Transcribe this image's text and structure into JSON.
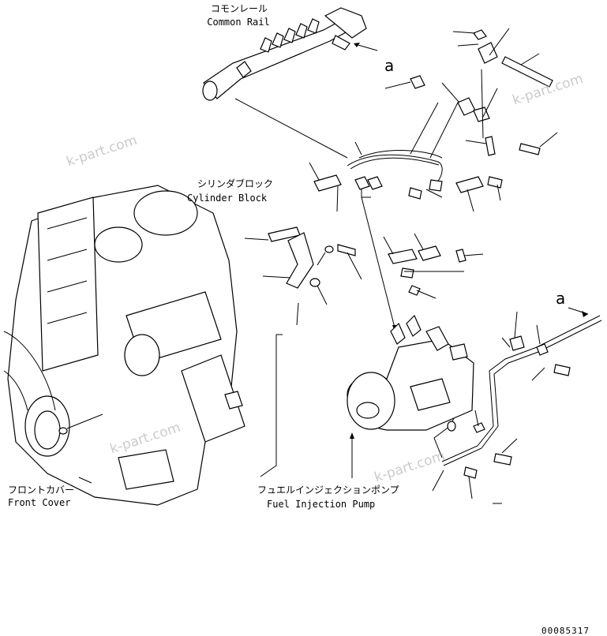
{
  "labels": {
    "common_rail_jp": "コモンレール",
    "common_rail_en": "Common Rail",
    "cylinder_block_jp": "シリンダブロック",
    "cylinder_block_en": "Cylinder Block",
    "front_cover_jp": "フロントカバー",
    "front_cover_en": "Front Cover",
    "fuel_pump_jp": "フュエルインジェクションポンプ",
    "fuel_pump_en": "Fuel Injection Pump"
  },
  "markers": {
    "a_top": "a",
    "a_right": "a"
  },
  "watermarks": [
    "k-part.com",
    "k-part.com",
    "k-part.com",
    "k-part.com"
  ],
  "drawing_number": "00085317"
}
